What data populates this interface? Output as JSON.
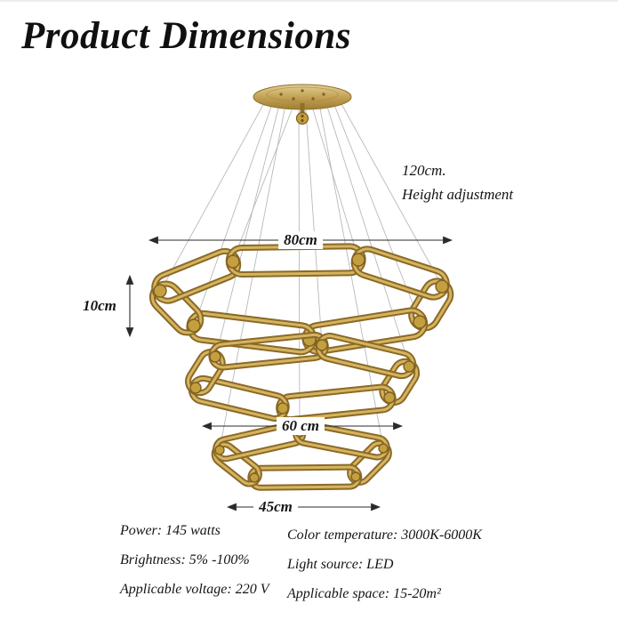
{
  "title": "Product Dimensions",
  "dimensions": {
    "height_adjustment": "120cm.",
    "height_adjustment_caption": "Height adjustment",
    "top_ring_width": "80cm",
    "ring_height": "10cm",
    "middle_ring_width": "60 cm",
    "bottom_ring_width": "45cm"
  },
  "specs": {
    "left": [
      "Power: 145 watts",
      "Brightness: 5% -100%",
      "Applicable voltage: 220 V"
    ],
    "right": [
      "Color temperature: 3000K-6000K",
      "Light source: LED",
      "Applicable space: 15-20m²"
    ]
  },
  "illustration": {
    "description": "Three-tier gold chain-link ring chandelier hung by wires from a round ceiling canopy",
    "colors": {
      "gold": "#c49f3f",
      "gold_dark": "#8a6a28",
      "gold_light": "#d6b35e",
      "wire_gray": "#b9b9b9",
      "dimension_line": "#2b2b2b"
    }
  }
}
